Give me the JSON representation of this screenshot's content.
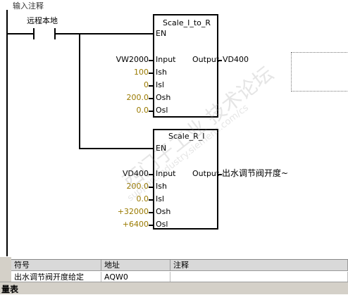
{
  "hint": "输入注释",
  "contact_label": "远程本地",
  "block1": {
    "title": "Scale_I_to_R",
    "en": "EN",
    "pins_in": [
      {
        "name": "Input",
        "value": "VW2000"
      },
      {
        "name": "Ish",
        "value": "100"
      },
      {
        "name": "Isl",
        "value": "0"
      },
      {
        "name": "Osh",
        "value": "200.0"
      },
      {
        "name": "Osl",
        "value": "0.0"
      }
    ],
    "out_name": "Output",
    "out_value": "VD400"
  },
  "block2": {
    "title": "Scale_R_I",
    "en": "EN",
    "pins_in": [
      {
        "name": "Input",
        "value": "VD400"
      },
      {
        "name": "Ish",
        "value": "200.0"
      },
      {
        "name": "Isl",
        "value": "0.0"
      },
      {
        "name": "Osh",
        "value": "+32000"
      },
      {
        "name": "Osl",
        "value": "+6400"
      }
    ],
    "out_name": "Output",
    "out_value": "出水调节阀开度~"
  },
  "watermark": {
    "line1": "西门子工业 技术论坛",
    "line2": "support.industry.siemens.com/cs"
  },
  "table": {
    "headers": [
      "符号",
      "地址",
      "注释"
    ],
    "row": [
      "出水调节阀开度给定",
      "AQW0",
      ""
    ]
  },
  "bottom_label": "量表"
}
